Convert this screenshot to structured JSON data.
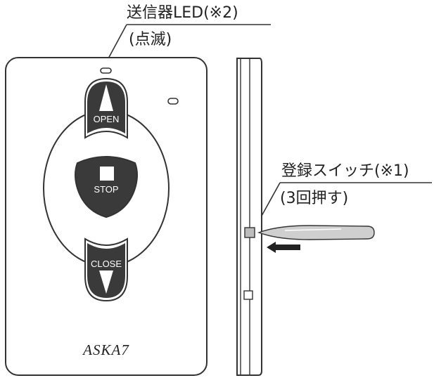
{
  "callouts": {
    "led_line1": "送信器LED(※2)",
    "led_line2": "(点滅)",
    "switch_line1": "登録スイッチ(※1)",
    "switch_line2": "(3回押す)"
  },
  "remote": {
    "buttons": {
      "open_label": "OPEN",
      "stop_label": "STOP",
      "close_label": "CLOSE"
    },
    "brand": "ASKA7"
  },
  "colors": {
    "button_fill": "#3a3a3a",
    "outline": "#333333",
    "arrow": "#222222"
  }
}
